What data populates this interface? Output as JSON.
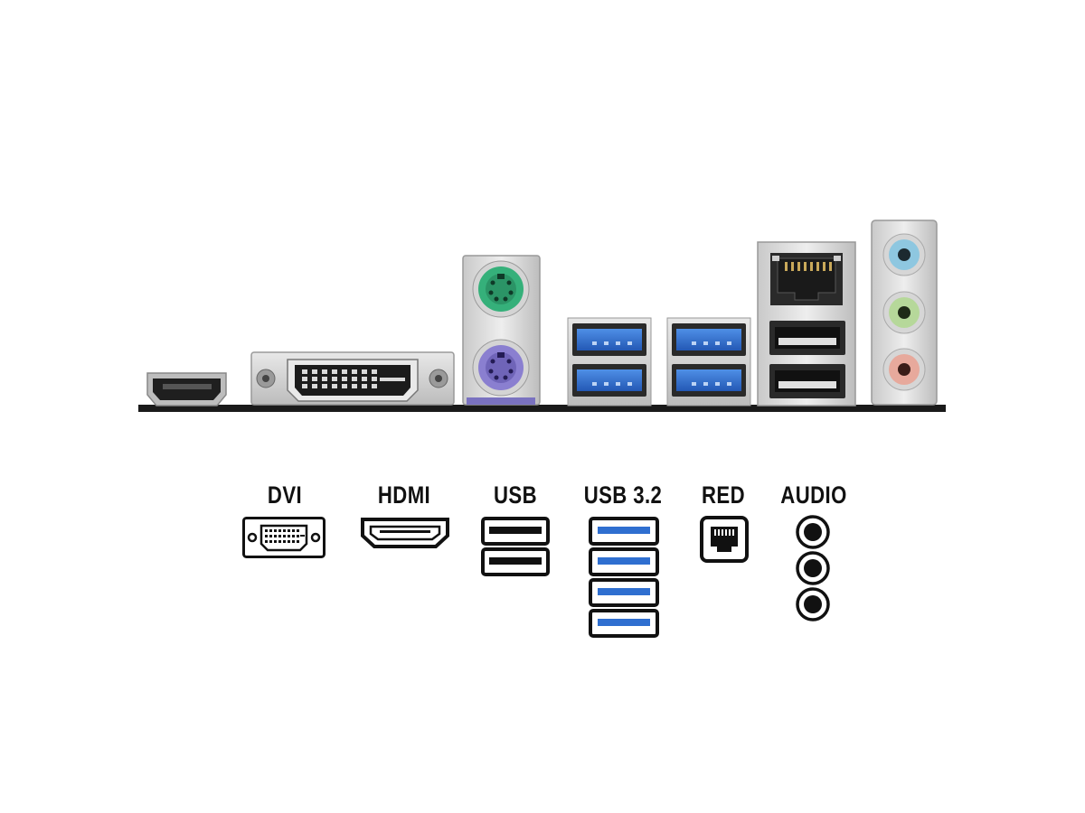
{
  "legend": {
    "dvi": "DVI",
    "hdmi": "HDMI",
    "usb": "USB",
    "usb32": "USB 3.2",
    "red": "RED",
    "audio": "AUDIO"
  },
  "icons": {
    "hdmi_port": "hdmi-port-icon",
    "dvi_port": "dvi-port-icon",
    "ps2_port": "ps2-port-icon",
    "usb3_port": "usb3-port-icon",
    "usb2_port": "usb2-port-icon",
    "ethernet_port": "ethernet-port-icon",
    "audio_jack": "audio-jack-icon"
  },
  "colors": {
    "usb3_blue": "#2f6fd0",
    "ps2_keyboard": "#8a7fd0",
    "ps2_mouse": "#35b07a",
    "audio_line_in": "#8ec7e0",
    "audio_line_out": "#b6d89a",
    "audio_mic": "#e7a99c",
    "board": "#1a1a1a"
  }
}
